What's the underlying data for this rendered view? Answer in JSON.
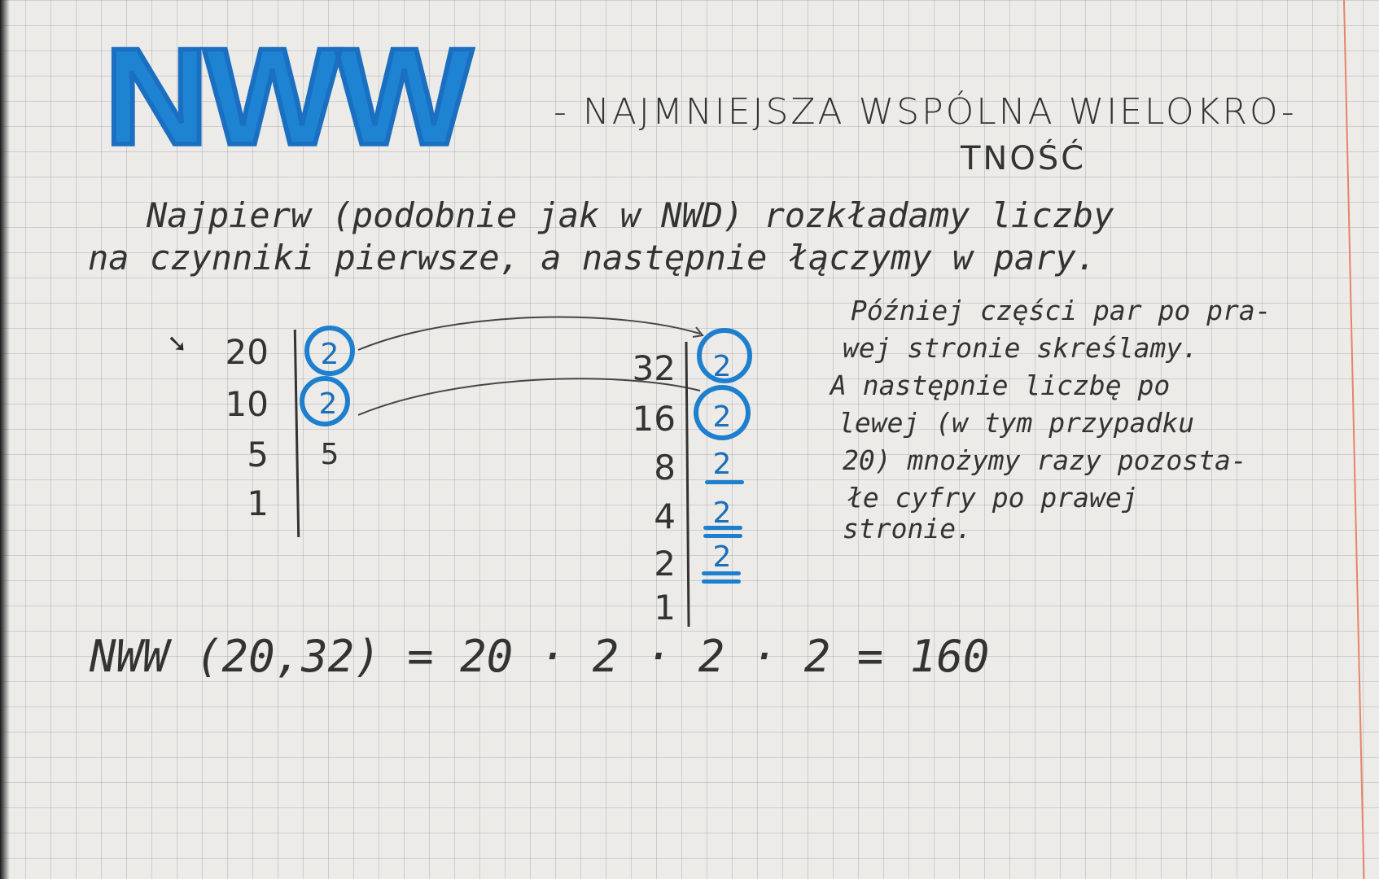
{
  "heading": {
    "logo": "NWW",
    "title_line1": "- NAJMNIEJSZA WSPÓLNA WIELOKRO-",
    "title_line2": "TNOŚĆ"
  },
  "intro": [
    "Najpierw (podobnie jak w NWD) rozkładamy liczby",
    "na czynniki pierwsze, a następnie łączymy w pary."
  ],
  "explanation": [
    "Później części par po pra-",
    "wej stronie skreślamy.",
    "A następnie liczbę po",
    "lewej (w tym przypadku",
    "20) mnożymy razy pozosta-",
    "łe cyfry po prawej",
    "stronie."
  ],
  "factorization_left": {
    "numbers": [
      "20",
      "10",
      "5",
      "1"
    ],
    "factors": [
      "2",
      "2",
      "5"
    ]
  },
  "factorization_right": {
    "numbers": [
      "32",
      "16",
      "8",
      "4",
      "2",
      "1"
    ],
    "factors": [
      "2",
      "2",
      "2",
      "2",
      "2"
    ]
  },
  "formula": "NWW (20,32) = 20 · 2 · 2 · 2 = 160",
  "colors": {
    "marker_blue": "#1f83d3",
    "margin_red": "#e8836a",
    "ink": "#333333"
  }
}
